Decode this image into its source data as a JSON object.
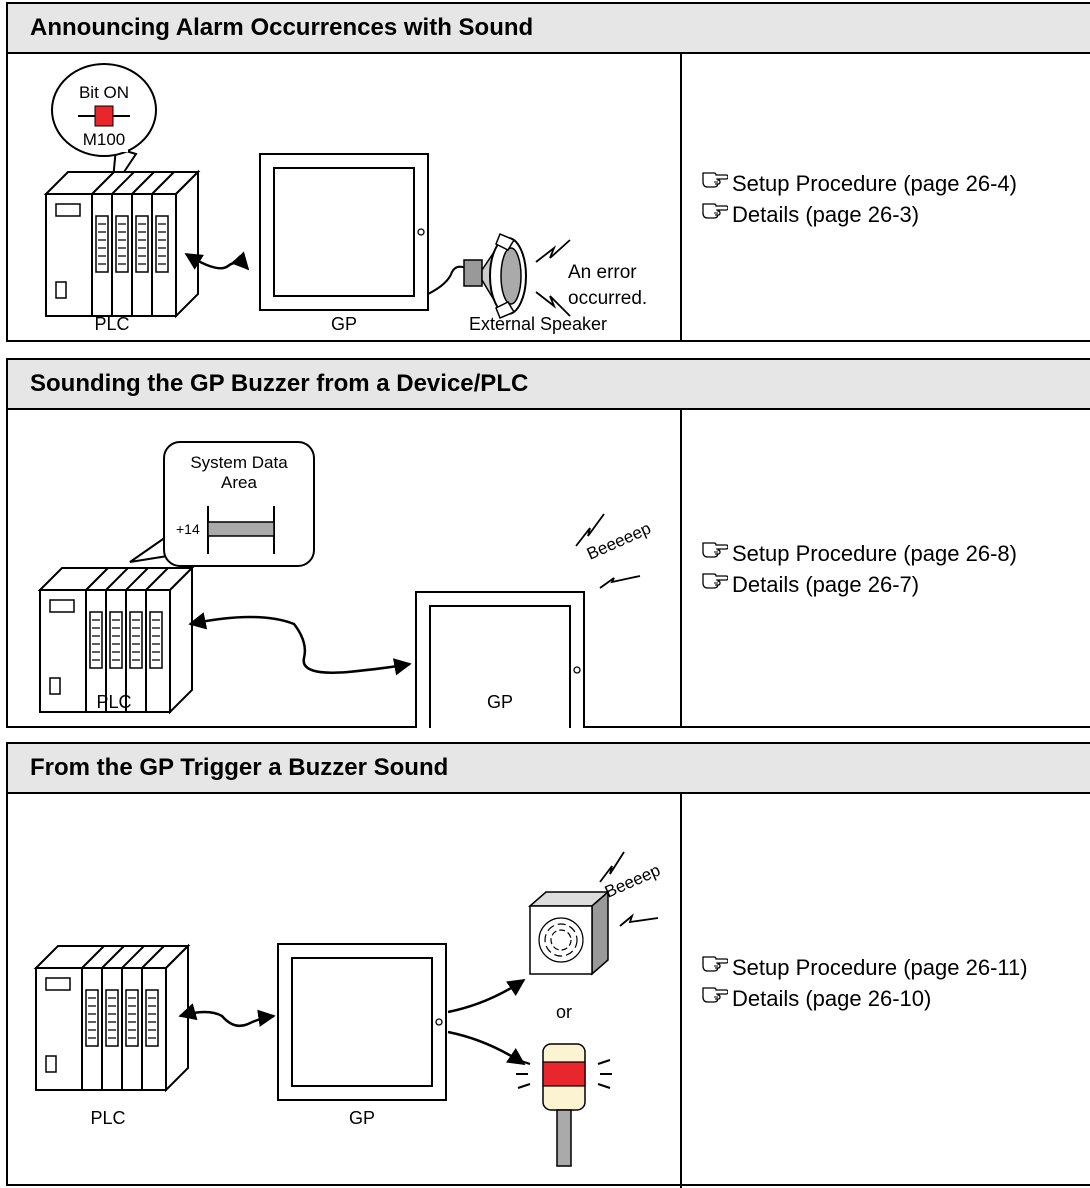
{
  "sections": [
    {
      "title": "Announcing Alarm Occurrences with Sound",
      "diagram": {
        "bubble_line1": "Bit ON",
        "bubble_line2": "M100",
        "speaker_msg_line1": "An error",
        "speaker_msg_line2": "occurred.",
        "label_plc": "PLC",
        "label_gp": "GP",
        "label_speaker": "External Speaker"
      },
      "links": [
        {
          "icon": "pointing-hand-icon",
          "text": "Setup Procedure (page 26-4)"
        },
        {
          "icon": "pointing-hand-icon",
          "text": "Details (page 26-3)"
        }
      ]
    },
    {
      "title": "Sounding the GP Buzzer from a Device/PLC",
      "diagram": {
        "bubble_line1": "System Data",
        "bubble_line2": "Area",
        "offset_label": "+14",
        "sound_text": "Beeeeep",
        "label_plc": "PLC",
        "label_gp": "GP"
      },
      "links": [
        {
          "icon": "pointing-hand-icon",
          "text": "Setup Procedure (page 26-8)"
        },
        {
          "icon": "pointing-hand-icon",
          "text": "Details (page 26-7)"
        }
      ]
    },
    {
      "title": "From the GP Trigger a Buzzer Sound",
      "diagram": {
        "sound_text": "Beeeep",
        "or_text": "or",
        "label_plc": "PLC",
        "label_gp": "GP"
      },
      "links": [
        {
          "icon": "pointing-hand-icon",
          "text": "Setup Procedure (page 26-11)"
        },
        {
          "icon": "pointing-hand-icon",
          "text": "Details (page 26-10)"
        }
      ]
    }
  ]
}
